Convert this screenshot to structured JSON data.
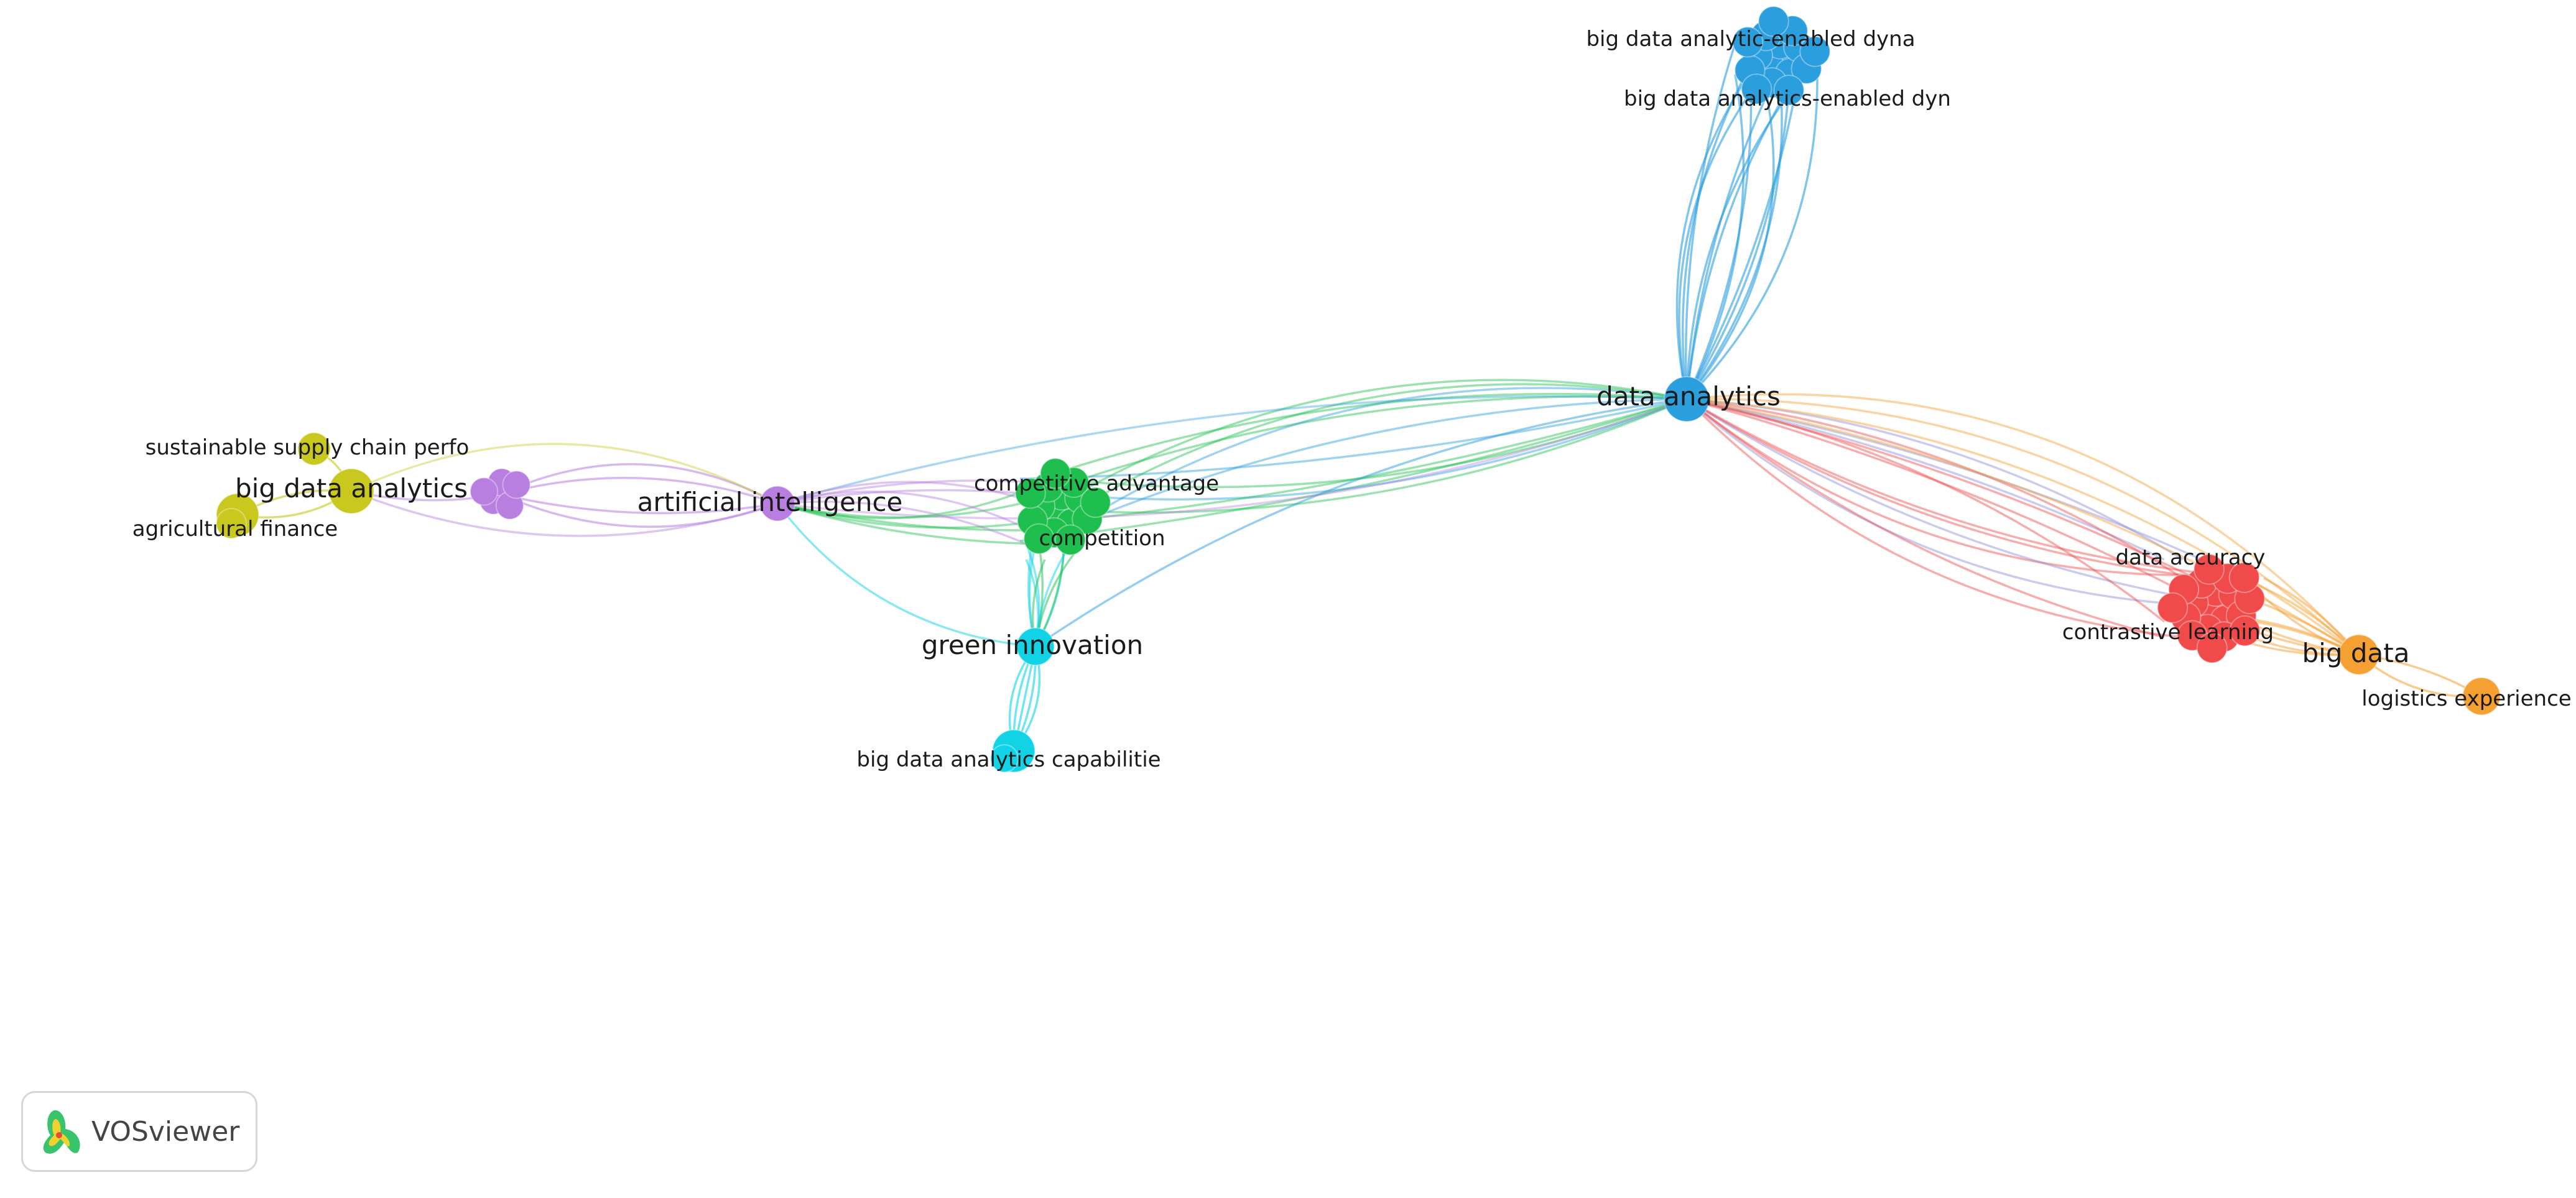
{
  "app": {
    "name": "VOSviewer"
  },
  "clusters": [
    {
      "id": "yellow",
      "color": "#c8c81e"
    },
    {
      "id": "purple",
      "color": "#b87ee0"
    },
    {
      "id": "green",
      "color": "#1fbf4f"
    },
    {
      "id": "cyan",
      "color": "#12d3e6"
    },
    {
      "id": "blue",
      "color": "#2b9ede"
    },
    {
      "id": "red",
      "color": "#f04a4a"
    },
    {
      "id": "orange",
      "color": "#f5a032"
    }
  ],
  "labels": [
    {
      "id": "data-analytics",
      "text": "data analytics",
      "cluster": "blue",
      "size": "large"
    },
    {
      "id": "big-data-analytic-enabled-dyna",
      "text": "big data analytic-enabled dyna",
      "cluster": "blue",
      "size": "small"
    },
    {
      "id": "big-data-analytics-enabled-dyn",
      "text": "big data analytics-enabled dyn",
      "cluster": "blue",
      "size": "small"
    },
    {
      "id": "big-data-analytics",
      "text": "big data analytics",
      "cluster": "yellow",
      "size": "large"
    },
    {
      "id": "sustainable-supply-chain-perfo",
      "text": "sustainable supply chain perfo",
      "cluster": "yellow",
      "size": "small"
    },
    {
      "id": "agricultural-finance",
      "text": "agricultural finance",
      "cluster": "yellow",
      "size": "small"
    },
    {
      "id": "artificial-intelligence",
      "text": "artificial intelligence",
      "cluster": "purple",
      "size": "large"
    },
    {
      "id": "competitive-advantage",
      "text": "competitive advantage",
      "cluster": "green",
      "size": "small"
    },
    {
      "id": "competition",
      "text": "competition",
      "cluster": "green",
      "size": "small"
    },
    {
      "id": "green-innovation",
      "text": "green innovation",
      "cluster": "cyan",
      "size": "large"
    },
    {
      "id": "big-data-analytics-capabilitie",
      "text": "big data analytics capabilitie",
      "cluster": "cyan",
      "size": "small"
    },
    {
      "id": "data-accuracy",
      "text": "data accuracy",
      "cluster": "red",
      "size": "small"
    },
    {
      "id": "contrastive-learning",
      "text": "contrastive learning",
      "cluster": "red",
      "size": "small"
    },
    {
      "id": "big-data",
      "text": "big data",
      "cluster": "orange",
      "size": "large"
    },
    {
      "id": "logistics-experience",
      "text": "logistics experience",
      "cluster": "orange",
      "size": "small"
    }
  ]
}
